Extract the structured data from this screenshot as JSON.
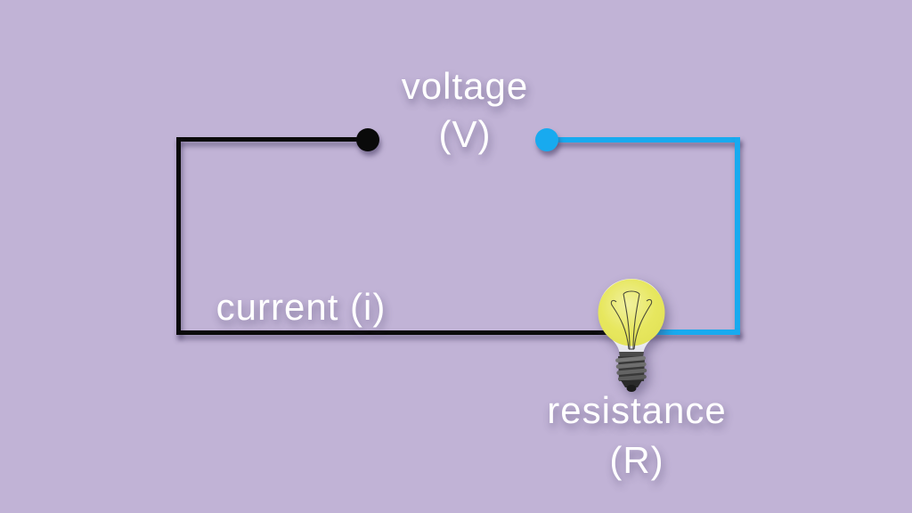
{
  "diagram": {
    "background_color": "#c1b3d6",
    "text_color": "#ffffff",
    "labels": {
      "voltage_line1": "voltage",
      "voltage_line2": "(V)",
      "current_line1": "current (i)",
      "resistance_line1": "resistance",
      "resistance_line2": "(R)"
    },
    "wires": {
      "current_wire_color": "#0a0a0a",
      "voltage_wire_color": "#18aaef"
    },
    "terminals": {
      "black_terminal_color": "#0a0a0a",
      "blue_terminal_color": "#18aaef"
    },
    "bulb": {
      "icon": "light-bulb-icon",
      "glow_color": "#e7e75f",
      "base_color": "#3a3a3a"
    }
  }
}
